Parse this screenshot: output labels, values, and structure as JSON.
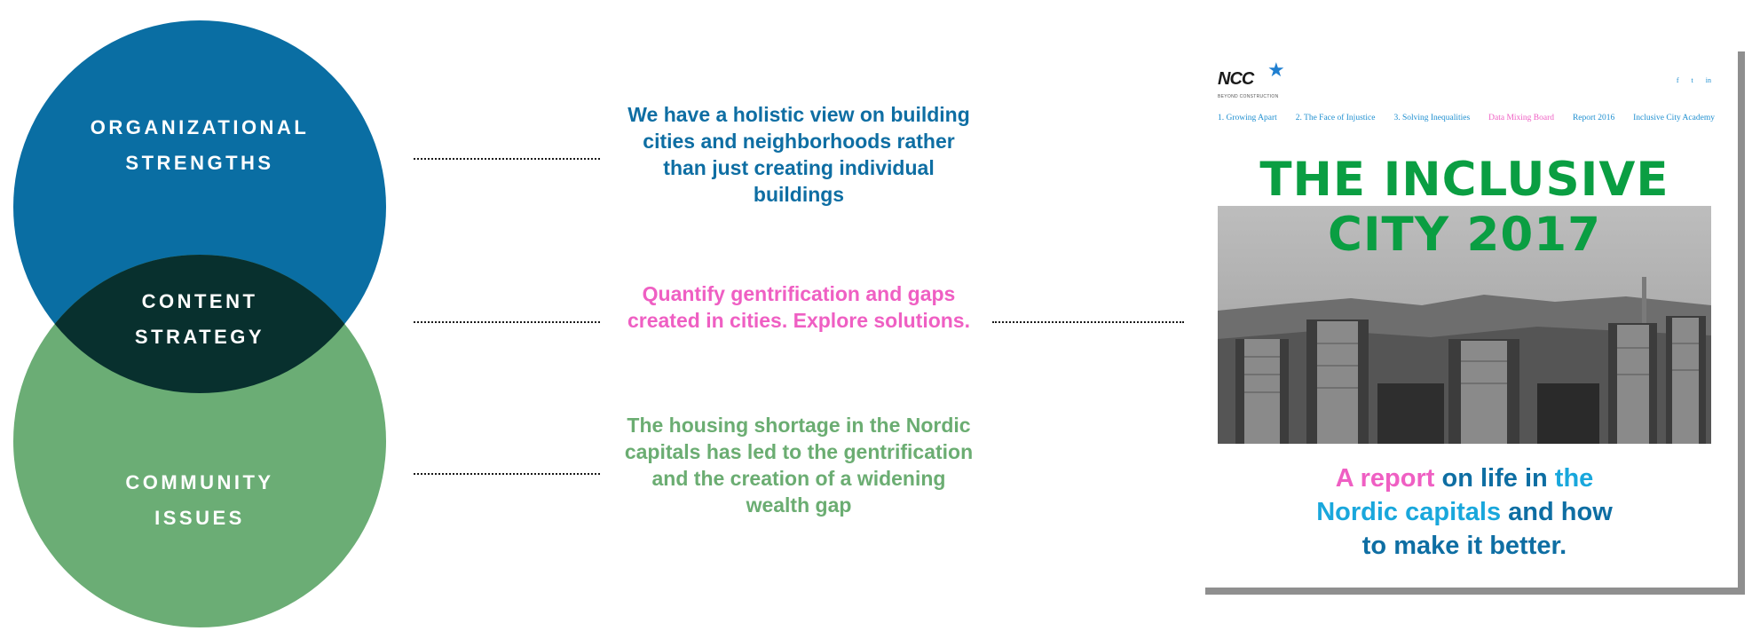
{
  "venn": {
    "top_label": [
      "ORGANIZATIONAL",
      "STRENGTHS"
    ],
    "overlap_label": [
      "CONTENT",
      "STRATEGY"
    ],
    "bottom_label": [
      "COMMUNITY",
      "ISSUES"
    ],
    "colors": {
      "top": "#0a6ea3",
      "bottom": "#6bad75",
      "overlap": "#08302e"
    }
  },
  "descriptions": {
    "organizational": "We have a holistic view on building cities and neighborhoods rather than just creating individual buildings",
    "content": "Quantify gentrification and gaps created in cities. Explore solutions.",
    "community": "The housing shortage in the Nordic capitals has led to the gentrification and the creation of a widening wealth gap"
  },
  "report": {
    "logo_text": "NCC",
    "logo_icon": "star-icon",
    "logo_tagline": "BEYOND CONSTRUCTION",
    "social_icons": [
      "f",
      "t",
      "in"
    ],
    "nav": [
      "1. Growing Apart",
      "2. The Face of Injustice",
      "3. Solving Inequalities",
      "Data Mixing Board",
      "Report 2016",
      "Inclusive City Academy"
    ],
    "title_lines": [
      "THE INCLUSIVE",
      "CITY 2017"
    ],
    "subtitle": {
      "line1": [
        "A report",
        " on life in ",
        "the"
      ],
      "line2": [
        "Nordic capitals",
        " and how"
      ],
      "line3": "to make it better."
    }
  }
}
